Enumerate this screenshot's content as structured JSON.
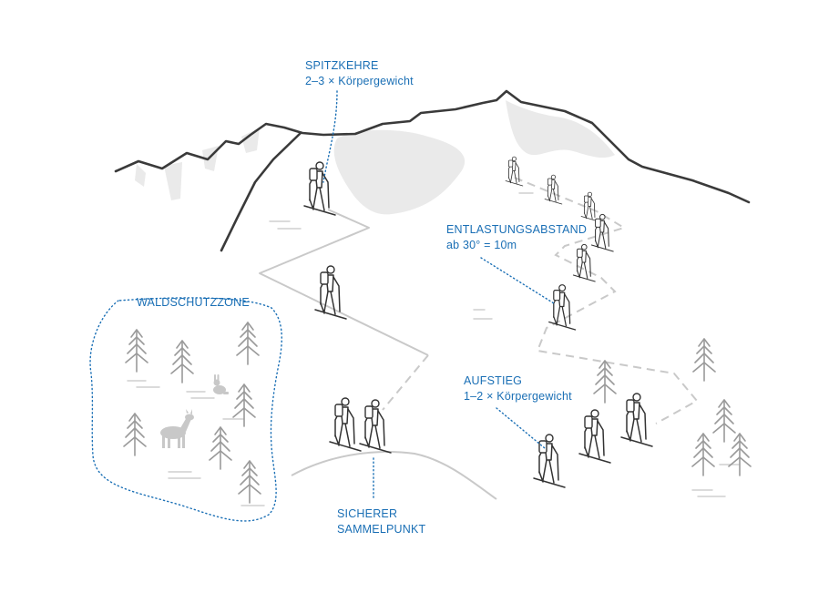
{
  "labels": {
    "spitzkehre": {
      "line1": "SPITZKEHRE",
      "line2": "2–3 × Körpergewicht"
    },
    "entlastungsabstand": {
      "line1": "ENTLASTUNGSABSTAND",
      "line2": "ab 30° = 10m"
    },
    "waldschutzzone": {
      "line1": "WALDSCHUTZZONE"
    },
    "aufstieg": {
      "line1": "AUFSTIEG",
      "line2": "1–2 × Körpergewicht"
    },
    "sammelpunkt": {
      "line1": "SICHERER",
      "line2": "SAMMELPUNKT"
    }
  },
  "colors": {
    "accent": "#1a6fb5",
    "ridge": "#3a3a3a",
    "rock": "#eaeaea",
    "trail": "#c9c9c9",
    "tree": "#9a9a9a"
  },
  "icons": [
    "tree-icon",
    "deer-icon",
    "hare-icon",
    "skier-icon"
  ]
}
